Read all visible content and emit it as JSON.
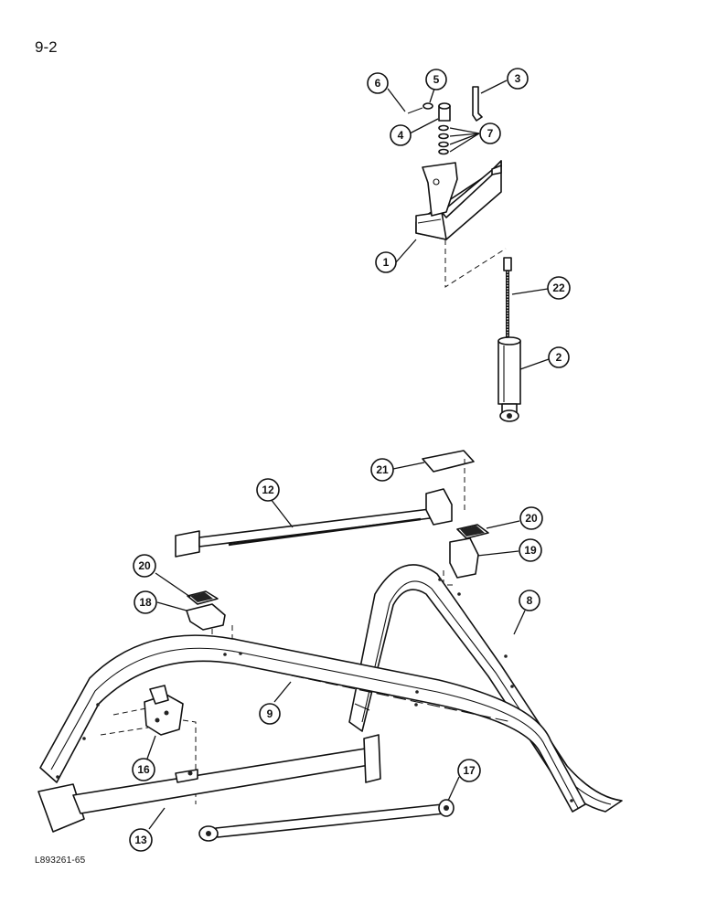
{
  "header": {
    "page_number": "9-2"
  },
  "footer": {
    "reference_code": "L893261-65"
  },
  "callouts": [
    {
      "id": "callout-1",
      "label": "1"
    },
    {
      "id": "callout-2",
      "label": "2"
    },
    {
      "id": "callout-3",
      "label": "3"
    },
    {
      "id": "callout-4",
      "label": "4"
    },
    {
      "id": "callout-5",
      "label": "5"
    },
    {
      "id": "callout-6",
      "label": "6"
    },
    {
      "id": "callout-7",
      "label": "7"
    },
    {
      "id": "callout-8",
      "label": "8"
    },
    {
      "id": "callout-9",
      "label": "9"
    },
    {
      "id": "callout-12",
      "label": "12"
    },
    {
      "id": "callout-13",
      "label": "13"
    },
    {
      "id": "callout-16",
      "label": "16"
    },
    {
      "id": "callout-17",
      "label": "17"
    },
    {
      "id": "callout-18",
      "label": "18"
    },
    {
      "id": "callout-19",
      "label": "19"
    },
    {
      "id": "callout-20a",
      "label": "20"
    },
    {
      "id": "callout-20b",
      "label": "20"
    },
    {
      "id": "callout-21",
      "label": "21"
    },
    {
      "id": "callout-22",
      "label": "22"
    }
  ]
}
